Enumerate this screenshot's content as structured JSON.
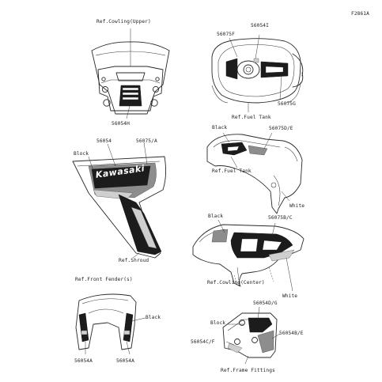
{
  "figure_code": "F2861A",
  "panels": {
    "windshield": {
      "ref_label": "Ref.Cowling(Upper)",
      "part_label": "56054H"
    },
    "fuel_tank_top": {
      "labels": [
        "56075F",
        "56054I",
        "56075G"
      ],
      "ref_label": "Ref.Fuel Tank"
    },
    "shroud": {
      "labels": [
        "56054",
        "56075/A",
        "Block"
      ],
      "ref_label": "Ref.Shroud",
      "brand_text": "Kawasaki"
    },
    "fuel_tank_side": {
      "labels": [
        "Black",
        "56075D/E",
        "White"
      ],
      "ref_label": "Ref.Fuel Tank"
    },
    "cowling_center": {
      "labels": [
        "Black",
        "56075B/C",
        "White"
      ],
      "ref_label": "Ref.Cowling(Center)"
    },
    "front_fender": {
      "ref_label": "Ref.Front Fender(s)",
      "labels": [
        "Black",
        "56054A",
        "56054A"
      ]
    },
    "frame_fittings": {
      "labels": [
        "56054D/G",
        "Block",
        "56054B/E",
        "56054C/F"
      ],
      "ref_label": "Ref.Frame Fittings"
    }
  },
  "colors": {
    "line": "#2a2a2a",
    "fill_black": "#1c1c1c",
    "fill_grey": "#8d8d8d",
    "background": "#ffffff"
  }
}
